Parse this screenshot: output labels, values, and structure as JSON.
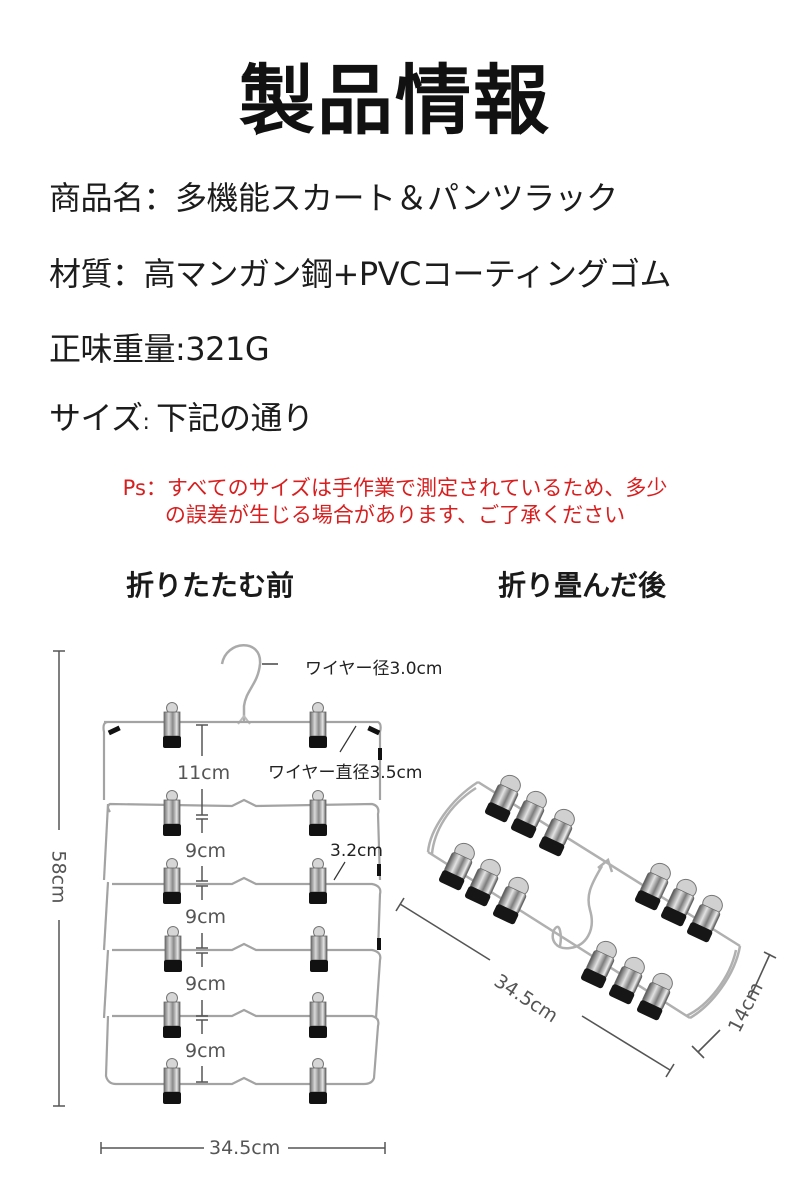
{
  "header": {
    "title": "製品情報"
  },
  "specs": [
    {
      "label": "商品名",
      "separator": "：",
      "value": "多機能スカート＆パンツラック"
    },
    {
      "label": "材質",
      "separator": "：",
      "value": "高マンガン鋼+PVCコーティングゴム"
    },
    {
      "label": "正味重量",
      "separator": ":",
      "value": "321G"
    },
    {
      "label": "サイズ",
      "separator": ": ",
      "value": "下記の通り"
    }
  ],
  "note": {
    "line1": "Ps：すべてのサイズは手作業で測定されているため、多少",
    "line2": "の誤差が生じる場合があります、ご了承ください",
    "color": "#d81e1e"
  },
  "sections": {
    "before": {
      "heading": "折りたたむ前"
    },
    "after": {
      "heading": "折り畳んだ後"
    }
  },
  "diagram_before": {
    "callouts": {
      "hook_wire": "ワイヤー径3.0cm",
      "frame_wire": "ワイヤー直径3.5cm",
      "clip": "3.2cm"
    },
    "spacings": [
      "11cm",
      "9cm",
      "9cm",
      "9cm",
      "9cm"
    ],
    "total_height": "58cm",
    "total_width": "34.5cm",
    "tiers": 6,
    "clips_per_tier": 2
  },
  "diagram_after": {
    "length": "34.5cm",
    "depth": "14cm",
    "clip_count": 12
  },
  "colors": {
    "text": "#1c1c1c",
    "dimension": "#555555",
    "wire": "#a9a9a9",
    "clip_metal": "#9a9a9a",
    "clip_rubber": "#111111"
  }
}
